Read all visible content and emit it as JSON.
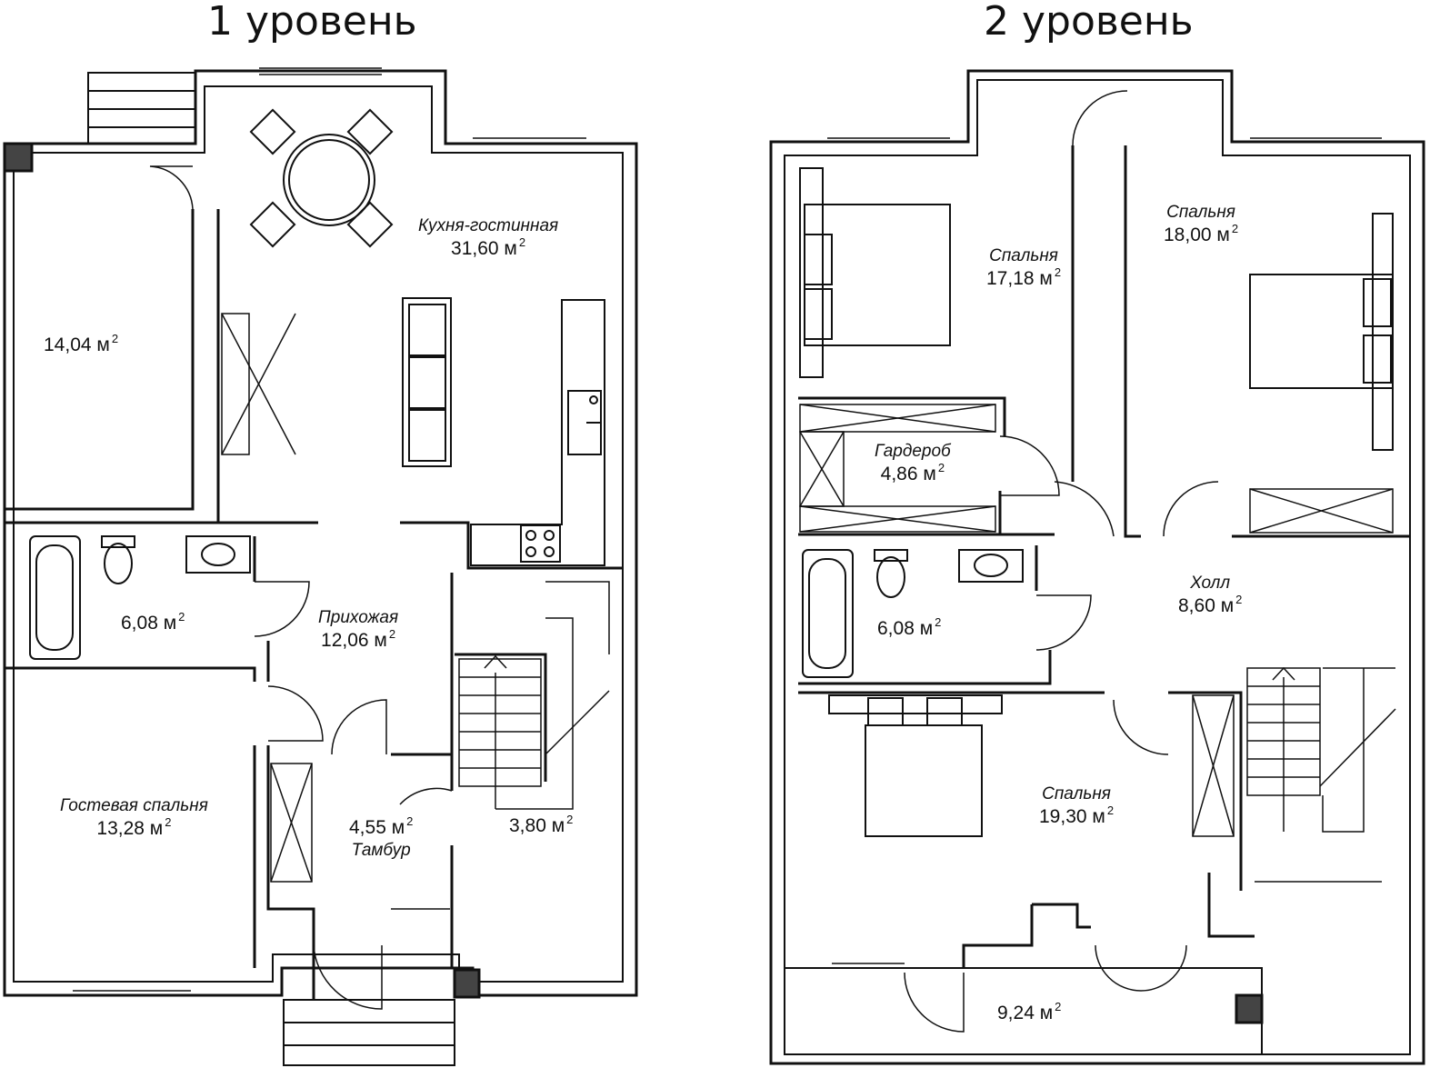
{
  "levels": [
    {
      "title": "1 уровень",
      "rooms": [
        {
          "name": "Кухня-гостинная",
          "area": "31,60 м",
          "sup": "2"
        },
        {
          "name": "",
          "area": "14,04 м",
          "sup": "2"
        },
        {
          "name": "",
          "area": "6,08 м",
          "sup": "2"
        },
        {
          "name": "Прихожая",
          "area": "12,06 м",
          "sup": "2"
        },
        {
          "name": "Гостевая спальня",
          "area": "13,28 м",
          "sup": "2"
        },
        {
          "name": "Тамбур",
          "area": "4,55 м",
          "sup": "2"
        },
        {
          "name": "",
          "area": "3,80 м",
          "sup": "2"
        }
      ]
    },
    {
      "title": "2 уровень",
      "rooms": [
        {
          "name": "Спальня",
          "area": "17,18 м",
          "sup": "2"
        },
        {
          "name": "Спальня",
          "area": "18,00 м",
          "sup": "2"
        },
        {
          "name": "Гардероб",
          "area": "4,86 м",
          "sup": "2"
        },
        {
          "name": "Холл",
          "area": "8,60 м",
          "sup": "2"
        },
        {
          "name": "",
          "area": "6,08 м",
          "sup": "2"
        },
        {
          "name": "Спальня",
          "area": "19,30 м",
          "sup": "2"
        },
        {
          "name": "",
          "area": "9,24 м",
          "sup": "2"
        }
      ]
    }
  ],
  "colors": {
    "wall": "#111111",
    "line": "#222222",
    "background": "#ffffff"
  }
}
